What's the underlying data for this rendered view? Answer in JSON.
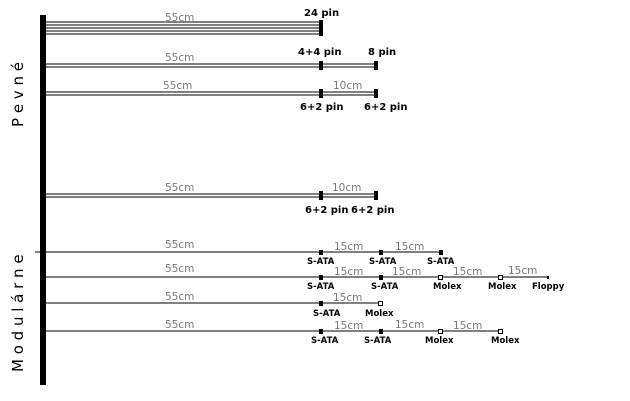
{
  "sections": {
    "fixed_label": "P e v n é",
    "modular_label": "M o d u l á r n e"
  },
  "cables": [
    {
      "id": "atx",
      "seg_lengths": [
        "55cm"
      ],
      "connectors": [
        "24 pin"
      ]
    },
    {
      "id": "eps",
      "seg_lengths": [
        "55cm",
        ""
      ],
      "connectors": [
        "4+4 pin",
        "8 pin"
      ]
    },
    {
      "id": "pcie1",
      "seg_lengths": [
        "55cm",
        "10cm"
      ],
      "connectors": [
        "6+2 pin",
        "6+2 pin"
      ]
    },
    {
      "id": "pcie2",
      "seg_lengths": [
        "55cm",
        "10cm"
      ],
      "connectors": [
        "6+2 pin",
        "6+2 pin"
      ]
    },
    {
      "id": "sata1",
      "seg_lengths": [
        "55cm",
        "15cm",
        "15cm"
      ],
      "connectors": [
        "S-ATA",
        "S-ATA",
        "S-ATA"
      ]
    },
    {
      "id": "mixed",
      "seg_lengths": [
        "55cm",
        "15cm",
        "15cm",
        "15cm",
        "15cm"
      ],
      "connectors": [
        "S-ATA",
        "S-ATA",
        "Molex",
        "Molex",
        "Floppy"
      ]
    },
    {
      "id": "sata-molex",
      "seg_lengths": [
        "55cm",
        "15cm"
      ],
      "connectors": [
        "S-ATA",
        "Molex"
      ]
    },
    {
      "id": "sata2-molex2",
      "seg_lengths": [
        "55cm",
        "15cm",
        "15cm",
        "15cm"
      ],
      "connectors": [
        "S-ATA",
        "S-ATA",
        "Molex",
        "Molex"
      ]
    }
  ]
}
